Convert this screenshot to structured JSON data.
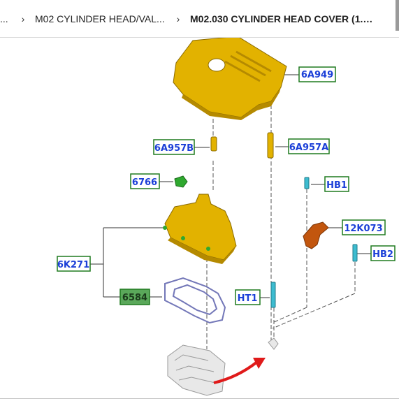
{
  "breadcrumb": {
    "items": [
      {
        "label": "..."
      },
      {
        "label": "M02 CYLINDER HEAD/VAL..."
      },
      {
        "label": "M02.030 CYLINDER HEAD COVER (1.5..."
      }
    ]
  },
  "callouts": [
    {
      "id": "6A949"
    },
    {
      "id": "6A957B"
    },
    {
      "id": "6A957A"
    },
    {
      "id": "6766"
    },
    {
      "id": "HB1"
    },
    {
      "id": "12K073"
    },
    {
      "id": "HB2"
    },
    {
      "id": "6K271"
    },
    {
      "id": "6584"
    },
    {
      "id": "HT1"
    }
  ],
  "colors": {
    "label_text": "#1b3fd8",
    "label_border": "#1f7a1f",
    "highlight_fill": "#5aa85a",
    "cover_yellow": "#e2b200",
    "cover_shadow": "#b58a00",
    "breather_green": "#2fa82f",
    "sensor_orange": "#c2560e",
    "bolt_cyan": "#3dbcd0",
    "gasket": "#7377b8",
    "arrow_red": "#e01a1a"
  }
}
